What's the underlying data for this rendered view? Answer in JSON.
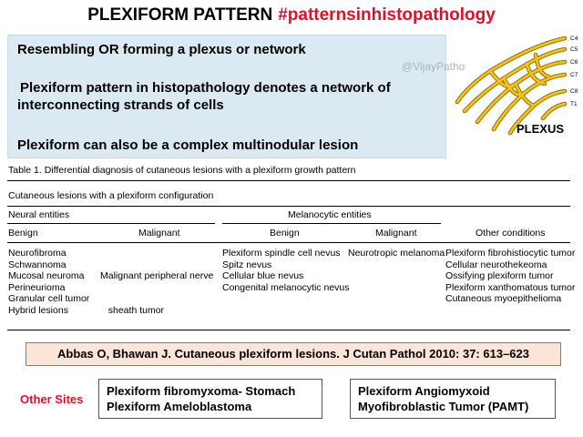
{
  "title": {
    "main": "PLEXIFORM PATTERN",
    "hashtag": "#patternsinhistopathology"
  },
  "definitions": [
    "Resembling  OR forming a plexus or network",
    "Plexiform  pattern  in histopathology denotes a network of",
    "interconnecting strands of cells",
    "Plexiform  can also be a complex multinodular lesion"
  ],
  "watermark": "@VijayPatho",
  "plexus": {
    "labels": [
      "C4",
      "C5",
      "C6",
      "C7",
      "C8",
      "T1"
    ],
    "caption": "PLEXUS",
    "colors": {
      "nerve": "#f2c21b",
      "outline": "#8a6a00"
    }
  },
  "table": {
    "caption": "Table 1.  Differential diagnosis of cutaneous lesions with a plexiform growth pattern",
    "subcaption": "Cutaneous lesions with a plexiform configuration",
    "group_headers": {
      "neural": "Neural entities",
      "melanocytic": "Melanocytic entities"
    },
    "column_headers": [
      "Benign",
      "Malignant",
      "Benign",
      "Malignant",
      "Other conditions"
    ],
    "columns": [
      [
        "Neurofibroma",
        "Schwannoma",
        "Mucosal neuroma",
        "Perineurioma",
        "Granular cell tumor",
        "Hybrid lesions"
      ],
      [
        "Malignant peripheral nerve",
        "   sheath tumor"
      ],
      [
        "Plexiform spindle cell nevus",
        "Spitz nevus",
        "Cellular blue nevus",
        "Congenital melanocytic nevus"
      ],
      [
        "Neurotropic melanoma"
      ],
      [
        "Plexiform fibrohistiocytic tumor",
        "Cellular neurothekeoma",
        "Ossifying plexiform tumor",
        "Plexiform xanthomatous tumor",
        "Cutaneous myoepithelioma"
      ]
    ]
  },
  "citation": "Abbas O, Bhawan J. Cutaneous plexiform lesions. J Cutan Pathol 2010: 37: 613–623",
  "other_sites": {
    "label": "Other Sites",
    "box1": [
      "Plexiform fibromyxoma- Stomach",
      "Plexiform Ameloblastoma"
    ],
    "box2": [
      "Plexiform Angiomyxoid",
      "Myofibroblastic Tumor (PAMT)"
    ]
  },
  "colors": {
    "accent_red": "#e0102a",
    "def_bg": "#dbe9f2",
    "citation_bg": "#fce4d6"
  }
}
